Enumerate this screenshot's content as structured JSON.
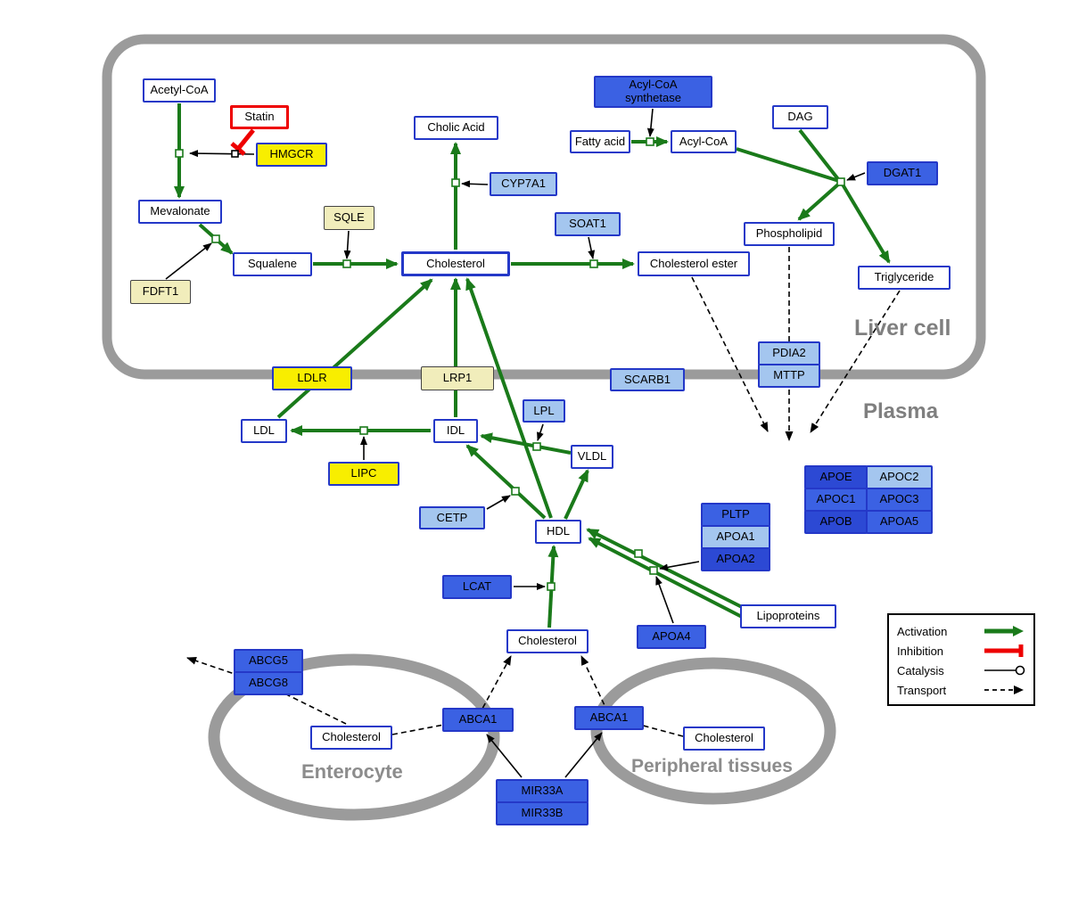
{
  "compartments": {
    "liver": "Liver cell",
    "plasma": "Plasma",
    "enterocyte": "Enterocyte",
    "peripheral": "Peripheral tissues"
  },
  "nodes": {
    "acetyl_coa": "Acetyl-CoA",
    "statin": "Statin",
    "hmgcr": "HMGCR",
    "mevalonate": "Mevalonate",
    "fdft1": "FDFT1",
    "squalene": "Squalene",
    "sqle": "SQLE",
    "cholesterol_liver": "Cholesterol",
    "cholic_acid": "Cholic Acid",
    "cyp7a1": "CYP7A1",
    "soat1": "SOAT1",
    "cholesterol_ester": "Cholesterol ester",
    "acyl_coa_synthetase": "Acyl-CoA synthetase",
    "fatty_acid": "Fatty acid",
    "acyl_coa": "Acyl-CoA",
    "dag": "DAG",
    "dgat1": "DGAT1",
    "phospholipid": "Phospholipid",
    "triglyceride": "Triglyceride",
    "pdia2": "PDIA2",
    "mttp": "MTTP",
    "ldlr": "LDLR",
    "lrp1": "LRP1",
    "scarb1": "SCARB1",
    "ldl": "LDL",
    "idl": "IDL",
    "lpl": "LPL",
    "vldl": "VLDL",
    "lipc": "LIPC",
    "cetp": "CETP",
    "hdl": "HDL",
    "lcat": "LCAT",
    "pltp": "PLTP",
    "apoa1": "APOA1",
    "apoa2": "APOA2",
    "apoa4": "APOA4",
    "lipoproteins": "Lipoproteins",
    "apoe": "APOE",
    "apoc2": "APOC2",
    "apoc1": "APOC1",
    "apoc3": "APOC3",
    "apob": "APOB",
    "apoa5": "APOA5",
    "abcg5": "ABCG5",
    "abcg8": "ABCG8",
    "cholesterol_plasma": "Cholesterol",
    "cholesterol_enterocyte": "Cholesterol",
    "abca1_enterocyte": "ABCA1",
    "abca1_peripheral": "ABCA1",
    "cholesterol_peripheral": "Cholesterol",
    "mir33a": "MIR33A",
    "mir33b": "MIR33B"
  },
  "legend": {
    "activation": "Activation",
    "inhibition": "Inhibition",
    "catalysis": "Catalysis",
    "transport": "Transport"
  },
  "colors": {
    "activation_green": "#1a7a1a",
    "inhibition_red": "#ee0000",
    "membrane_gray": "#9b9b9b",
    "node_border_blue": "#2438c8",
    "gene_blue": "#3b61e3",
    "gene_lightblue": "#a4c6ef",
    "gene_yellow": "#f8ee00"
  }
}
